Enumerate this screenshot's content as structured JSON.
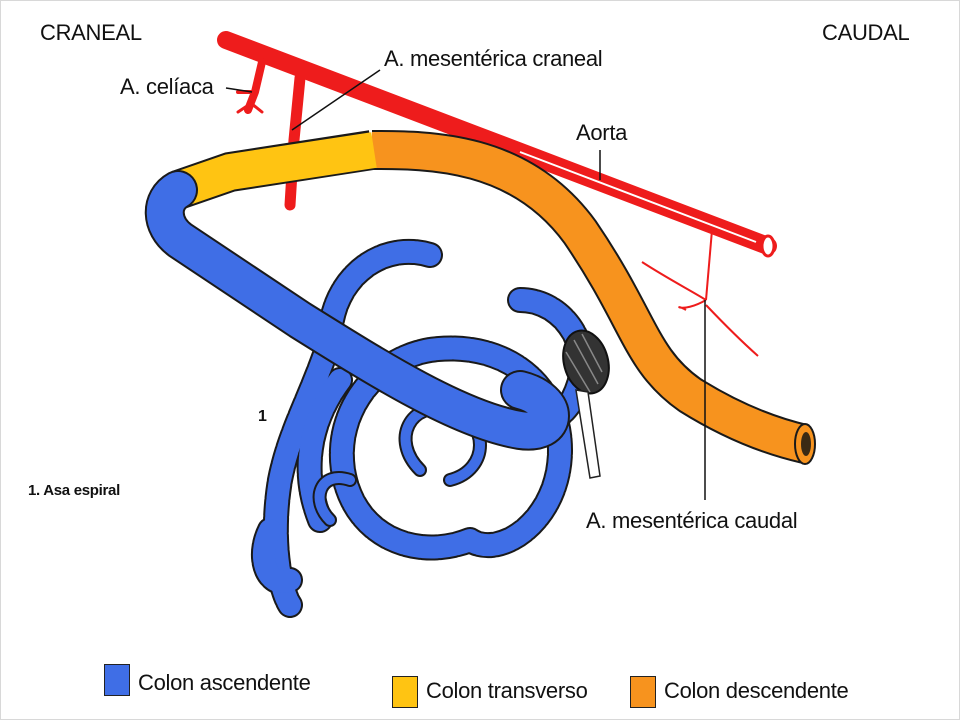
{
  "labels": {
    "cranial": "CRANEAL",
    "caudal": "CAUDAL",
    "celiac": "A. celíaca",
    "cranial_mesenteric": "A. mesentérica craneal",
    "aorta": "Aorta",
    "caudal_mesenteric": "A. mesentérica caudal",
    "spiral_number": "1",
    "spiral_note": "1. Asa espiral"
  },
  "legend": [
    {
      "label": "Colon ascendente",
      "color": "#3f6ee6"
    },
    {
      "label": "Colon transverso",
      "color": "#ffc412"
    },
    {
      "label": "Colon descendente",
      "color": "#f7931e"
    }
  ],
  "colors": {
    "artery": "#ee1c1c",
    "ascending": "#3f6ee6",
    "transverse": "#ffc412",
    "descending": "#f7931e",
    "outline": "#1a1a1a"
  }
}
